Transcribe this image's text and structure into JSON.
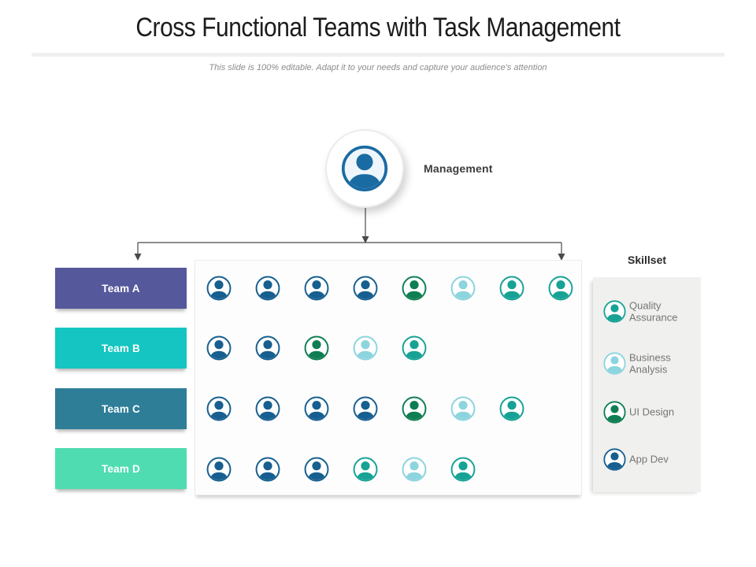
{
  "title": "Cross Functional Teams with Task Management",
  "subtitle": "This slide is 100% editable. Adapt it to your needs and capture your audience's attention",
  "management": {
    "label": "Management"
  },
  "colors": {
    "management_blue": "#1A6BA2",
    "app_dev": "#165F90",
    "ui_design": "#0F7E52",
    "quality_assurance": "#17A296",
    "business_analysis": "#8CD4DE",
    "team_a": "#55589B",
    "team_b": "#15C5C1",
    "team_c": "#2E7E98",
    "team_d": "#4FDCB1",
    "connector_line": "#4a4a4a"
  },
  "teams": [
    {
      "label": "Team A",
      "color_key": "team_a",
      "members": [
        "app_dev",
        "app_dev",
        "app_dev",
        "app_dev",
        "ui_design",
        "business_analysis",
        "quality_assurance",
        "quality_assurance"
      ]
    },
    {
      "label": "Team B",
      "color_key": "team_b",
      "members": [
        "app_dev",
        "app_dev",
        "ui_design",
        "business_analysis",
        "quality_assurance"
      ]
    },
    {
      "label": "Team C",
      "color_key": "team_c",
      "members": [
        "app_dev",
        "app_dev",
        "app_dev",
        "app_dev",
        "ui_design",
        "business_analysis",
        "quality_assurance"
      ]
    },
    {
      "label": "Team D",
      "color_key": "team_d",
      "members": [
        "app_dev",
        "app_dev",
        "app_dev",
        "quality_assurance",
        "business_analysis",
        "quality_assurance"
      ]
    }
  ],
  "skillset": {
    "title": "Skillset",
    "items": [
      {
        "label": "Quality Assurance",
        "color_key": "quality_assurance"
      },
      {
        "label": "Business Analysis",
        "color_key": "business_analysis"
      },
      {
        "label": "UI Design",
        "color_key": "ui_design"
      },
      {
        "label": "App Dev",
        "color_key": "app_dev"
      }
    ]
  }
}
